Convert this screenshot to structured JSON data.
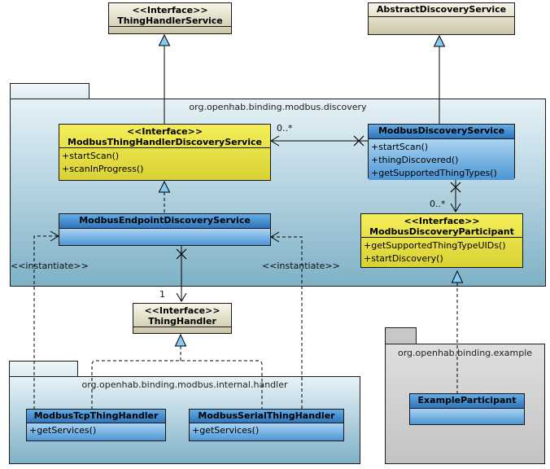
{
  "packages": {
    "discovery": {
      "name": "org.openhab.binding.modbus.discovery"
    },
    "handler": {
      "name": "org.openhab.binding.modbus.internal.handler"
    },
    "example": {
      "name": "org.openhab.binding.example"
    }
  },
  "classes": {
    "thing_handler_service": {
      "stereotype": "<<Interface>>",
      "name": "ThingHandlerService"
    },
    "abstract_discovery_service": {
      "name": "AbstractDiscoveryService"
    },
    "modbus_thing_handler_discovery_service": {
      "stereotype": "<<Interface>>",
      "name": "ModbusThingHandlerDiscoveryService",
      "methods": [
        "+startScan()",
        "+scanInProgress()"
      ]
    },
    "modbus_discovery_service": {
      "name": "ModbusDiscoveryService",
      "methods": [
        "+startScan()",
        "+thingDiscovered()",
        "+getSupportedThingTypes()"
      ]
    },
    "modbus_endpoint_discovery_service": {
      "name": "ModbusEndpointDiscoveryService"
    },
    "modbus_discovery_participant": {
      "stereotype": "<<Interface>>",
      "name": "ModbusDiscoveryParticipant",
      "methods": [
        "+getSupportedThingTypeUIDs()",
        "+startDiscovery()"
      ]
    },
    "thing_handler": {
      "stereotype": "<<Interface>>",
      "name": "ThingHandler"
    },
    "modbus_tcp_thing_handler": {
      "name": "ModbusTcpThingHandler",
      "methods": [
        "+getServices()"
      ]
    },
    "modbus_serial_thing_handler": {
      "name": "ModbusSerialThingHandler",
      "methods": [
        "+getServices()"
      ]
    },
    "example_participant": {
      "name": "ExampleParticipant"
    }
  },
  "labels": {
    "multiplicity_service_to_handler": "0..*",
    "multiplicity_service_to_participant": "0..*",
    "multiplicity_endpoint_to_thinghandler": "1",
    "instantiate_left": "<<instantiate>>",
    "instantiate_right": "<<instantiate>>"
  },
  "colors": {
    "interface_fill": "#EDE74E",
    "class_title_fill": "#4890CF",
    "class_body_fill": "#7AB6E6",
    "external_class_fill": "#E9E5CC",
    "package_fill_bottom": "#7FB1C7",
    "example_package_fill": "#D2D2D2",
    "generalization_triangle_fill": "#85CBF1"
  }
}
